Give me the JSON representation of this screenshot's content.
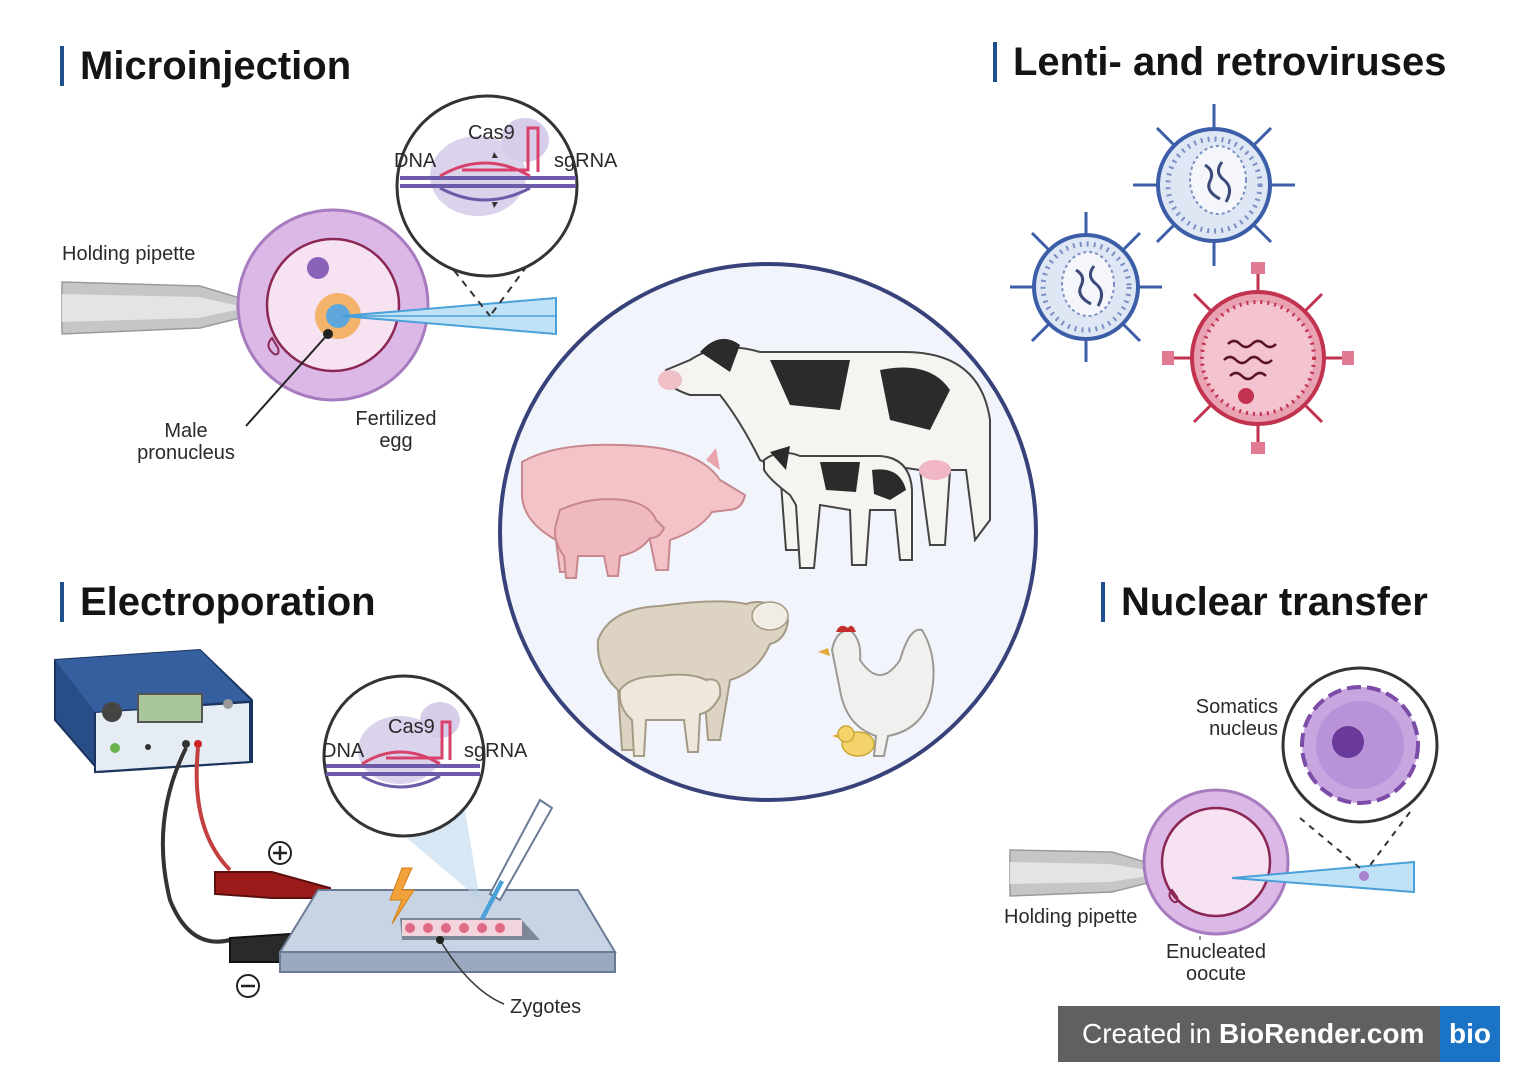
{
  "sections": {
    "microinjection": {
      "title": "Microinjection",
      "inset": {
        "protein": "Cas9",
        "dna": "DNA",
        "guide": "sgRNA"
      },
      "holding_pipette": "Holding pipette",
      "male_pronucleus": [
        "Male",
        "pronucleus"
      ],
      "fertilized_egg": [
        "Fertilized",
        "egg"
      ]
    },
    "viruses": {
      "title": "Lenti- and retroviruses"
    },
    "electroporation": {
      "title": "Electroporation",
      "inset": {
        "protein": "Cas9",
        "dna": "DNA",
        "guide": "sgRNA"
      },
      "zygotes": "Zygotes"
    },
    "nuclear_transfer": {
      "title": "Nuclear transfer",
      "somatic_nucleus": [
        "Somatics",
        "nucleus"
      ],
      "holding_pipette": "Holding pipette",
      "enucleated": [
        "Enucleated",
        "oocute"
      ]
    }
  },
  "animals_icon_names": [
    "cow-icon",
    "calf-icon",
    "pig-icon",
    "piglet-icon",
    "sheep-icon",
    "lamb-icon",
    "hen-icon",
    "chick-icon"
  ],
  "badge": {
    "prefix": "Created in ",
    "brand": "BioRender.com",
    "logo": "bio"
  },
  "colors": {
    "egg_ring": "#c9a3d8",
    "egg_fill": "#f5dff0",
    "virus_blue": "#3c5ea8",
    "virus_red": "#c2334f",
    "pipette": "#4aa0d8",
    "badge_bg": "#5f6062",
    "badge_logo": "#1a73c4"
  }
}
